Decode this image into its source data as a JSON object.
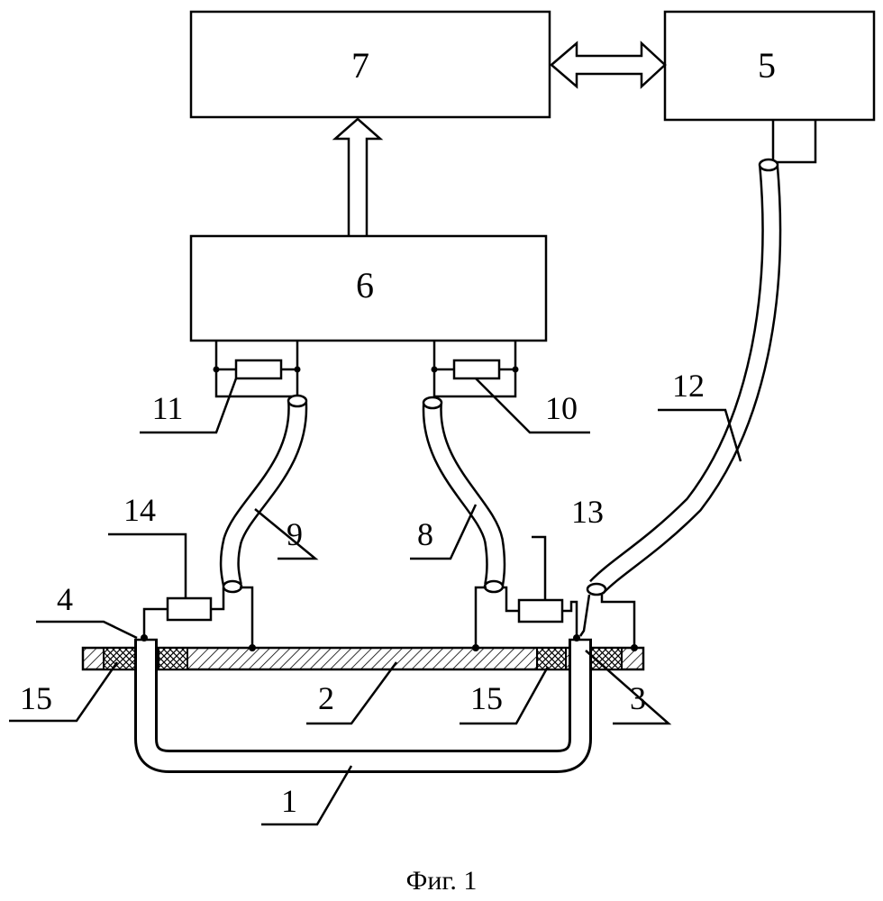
{
  "blocks": {
    "b7": "7",
    "b5": "5",
    "b6": "6"
  },
  "labels": {
    "l1": "1",
    "l2": "2",
    "l3": "3",
    "l4": "4",
    "l8": "8",
    "l9": "9",
    "l10": "10",
    "l11": "11",
    "l12": "12",
    "l13": "13",
    "l14": "14",
    "l15a": "15",
    "l15b": "15"
  },
  "caption": "Фиг. 1"
}
